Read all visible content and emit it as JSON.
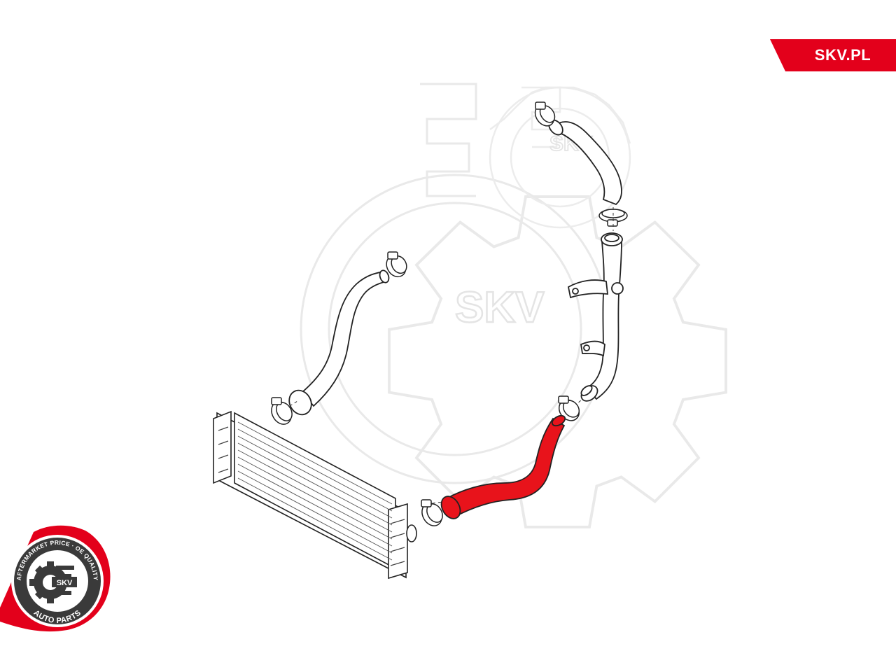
{
  "brand": {
    "site_label": "SKV.PL",
    "color": "#e3001b"
  },
  "watermark": {
    "text": "SKV",
    "color": "#e6e6e6"
  },
  "badge": {
    "top_text": "AFTERMARKET PRICE · OE QUALITY",
    "bottom_text": "AUTO PARTS",
    "center_text": "SKV",
    "ring_color": "#e3001b",
    "inner_color": "#3a3a3a"
  },
  "diagram": {
    "highlight_color": "#e8131b",
    "line_color": "#222222",
    "parts": [
      "intercooler-icon",
      "upper-hose-icon",
      "charge-pipe-icon",
      "left-hose-icon",
      "highlighted-hose-icon",
      "hose-clamp-icon"
    ]
  }
}
